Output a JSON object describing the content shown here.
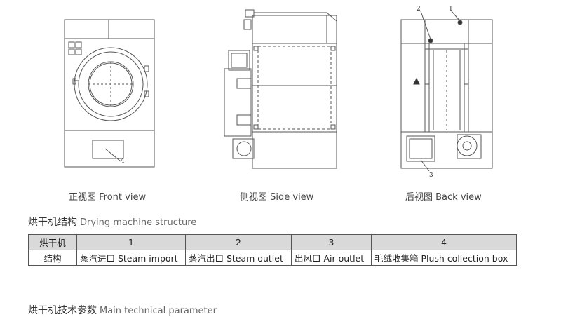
{
  "views": {
    "front": {
      "caption": "正视图 Front view",
      "callouts": [
        "4"
      ]
    },
    "side": {
      "caption": "侧视图 Side view"
    },
    "back": {
      "caption": "后视图 Back view",
      "callouts": [
        "2",
        "1",
        "3"
      ]
    }
  },
  "structure": {
    "title_cn": "烘干机结构",
    "title_en": "Drying machine structure",
    "header": [
      "烘干机",
      "1",
      "2",
      "3",
      "4"
    ],
    "row": [
      "结构",
      "蒸汽进口 Steam import",
      "蒸汽出口 Steam outlet",
      "出风口 Air outlet",
      "毛绒收集箱 Plush collection box"
    ]
  },
  "parameters": {
    "title_cn": "烘干机技术参数",
    "title_en": "Main technical parameter"
  }
}
